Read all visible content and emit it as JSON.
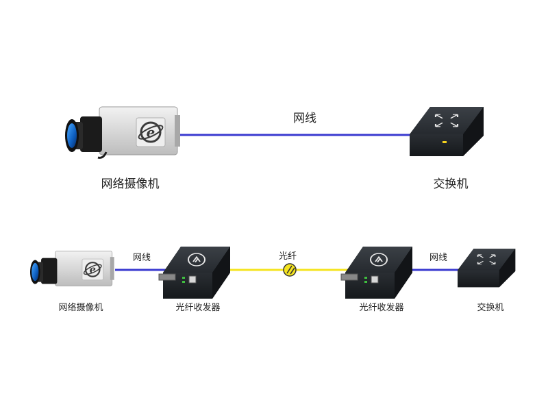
{
  "top_row": {
    "camera_label": "网络摄像机",
    "cable_label": "网线",
    "switch_label": "交换机"
  },
  "bottom_row": {
    "camera_label": "网络摄像机",
    "cable1_label": "网线",
    "converter1_label": "光纤收发器",
    "fiber_label": "光纤",
    "converter2_label": "光纤收发器",
    "cable2_label": "网线",
    "switch_label": "交换机"
  },
  "colors": {
    "network_cable": "#3a3ad0",
    "fiber": "#f5e41e",
    "device_dark": "#2a2e33",
    "camera_lens": "#1c6fd0"
  },
  "icons": [
    "camera-icon",
    "ie-logo-icon",
    "switch-icon",
    "media-converter-icon",
    "fiber-connector-icon"
  ]
}
